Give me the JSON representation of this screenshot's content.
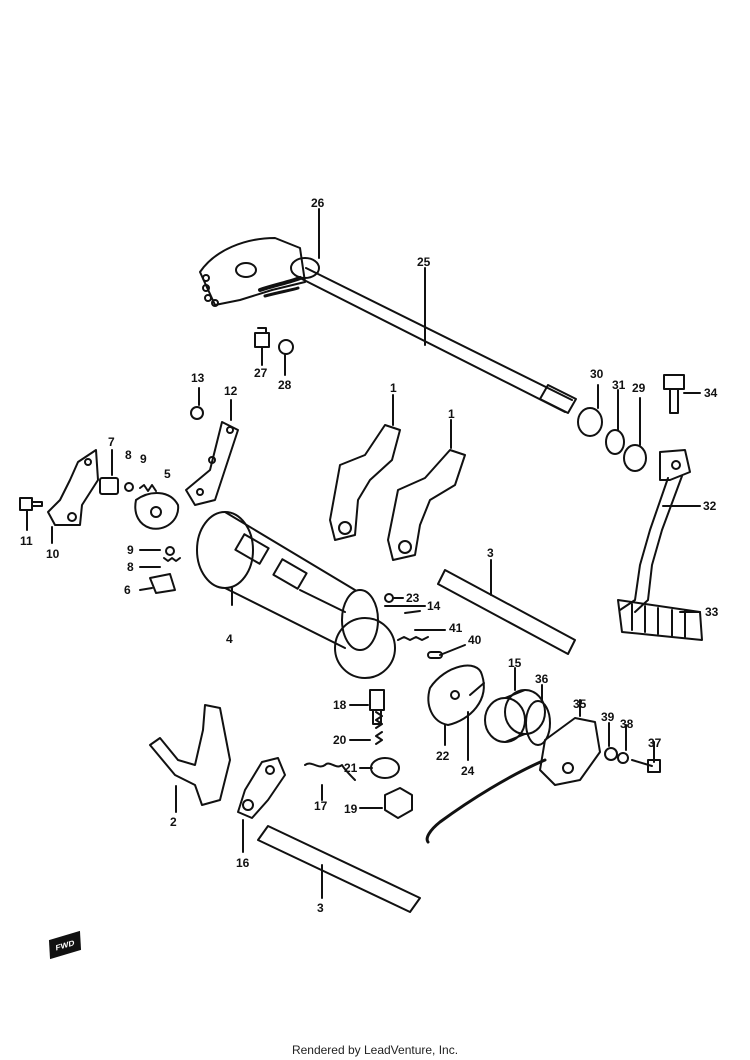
{
  "callouts": [
    "26",
    "25",
    "27",
    "28",
    "13",
    "12",
    "7",
    "8",
    "9",
    "5",
    "11",
    "10",
    "9",
    "8",
    "6",
    "4",
    "1",
    "1",
    "3",
    "23",
    "14",
    "41",
    "40",
    "30",
    "31",
    "29",
    "34",
    "32",
    "33",
    "18",
    "20",
    "21",
    "17",
    "19",
    "22",
    "24",
    "15",
    "36",
    "35",
    "39",
    "38",
    "37",
    "2",
    "16",
    "3"
  ],
  "fwd_mark": "FWD",
  "footer": "Rendered by LeadVenture, Inc.",
  "line_color": "#111111"
}
